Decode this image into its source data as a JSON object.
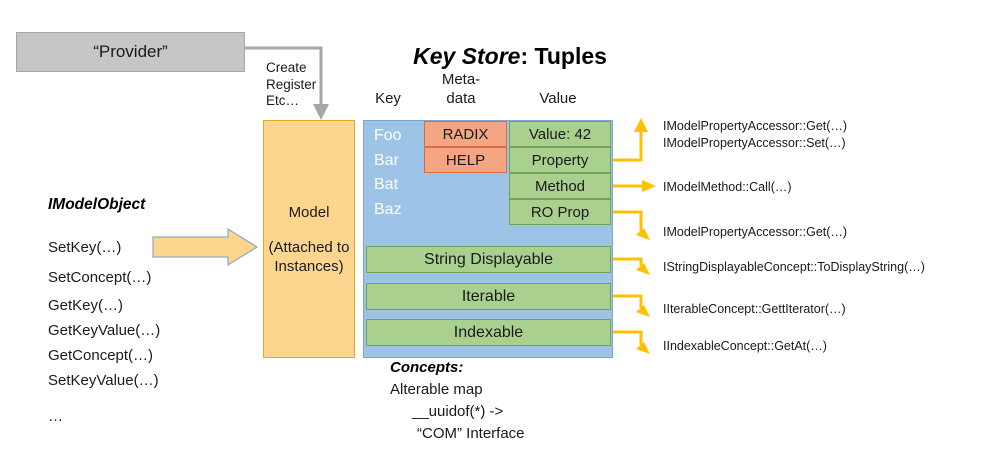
{
  "title": {
    "emphasis": "Key Store",
    "rest": ": Tuples"
  },
  "provider": {
    "label": "“Provider”"
  },
  "create_flow": {
    "lines": "Create\nRegister\nEtc…"
  },
  "columns": {
    "key": "Key",
    "metadata": "Meta-\ndata",
    "value": "Value"
  },
  "model": {
    "label": "Model",
    "sublabel": "(Attached to Instances)"
  },
  "keys": {
    "list": "Foo\nBar\nBat\nBaz"
  },
  "metadata_chips": [
    {
      "label": "RADIX"
    },
    {
      "label": "HELP"
    }
  ],
  "value_chips": [
    {
      "label": "Value: 42"
    },
    {
      "label": "Property"
    },
    {
      "label": "Method"
    },
    {
      "label": "RO Prop"
    }
  ],
  "concept_bars": [
    {
      "label": "String Displayable"
    },
    {
      "label": "Iterable"
    },
    {
      "label": "Indexable"
    }
  ],
  "imodelobject": {
    "title": "IModelObject",
    "group_a": "SetKey(…)\nSetConcept(…)",
    "group_b": "GetKey(…)\nGetKeyValue(…)\nGetConcept(…)\nSetKeyValue(…)",
    "ellipsis": "…"
  },
  "concepts": {
    "title": "Concepts:",
    "line1": "Alterable map",
    "line2": "__uuidof(*) ->",
    "line3": "“COM” Interface"
  },
  "annotations": [
    {
      "text": "IModelPropertyAccessor::Get(…)\nIModelPropertyAccessor::Set(…)"
    },
    {
      "text": "IModelMethod::Call(…)"
    },
    {
      "text": "IModelPropertyAccessor::Get(…)"
    },
    {
      "text": "IStringDisplayableConcept::ToDisplayString(…)"
    },
    {
      "text": "IIterableConcept::GettIterator(…)"
    },
    {
      "text": "IIndexableConcept::GetAt(…)"
    }
  ],
  "colors": {
    "provider_fill": "#c6c6c6",
    "model_fill": "#fcd68f",
    "store_fill": "#9dc3e6",
    "metadata_fill": "#f4a582",
    "value_fill": "#a9d08e",
    "arrow_accent": "#ffc000",
    "connector_gray": "#a6a6a6"
  }
}
